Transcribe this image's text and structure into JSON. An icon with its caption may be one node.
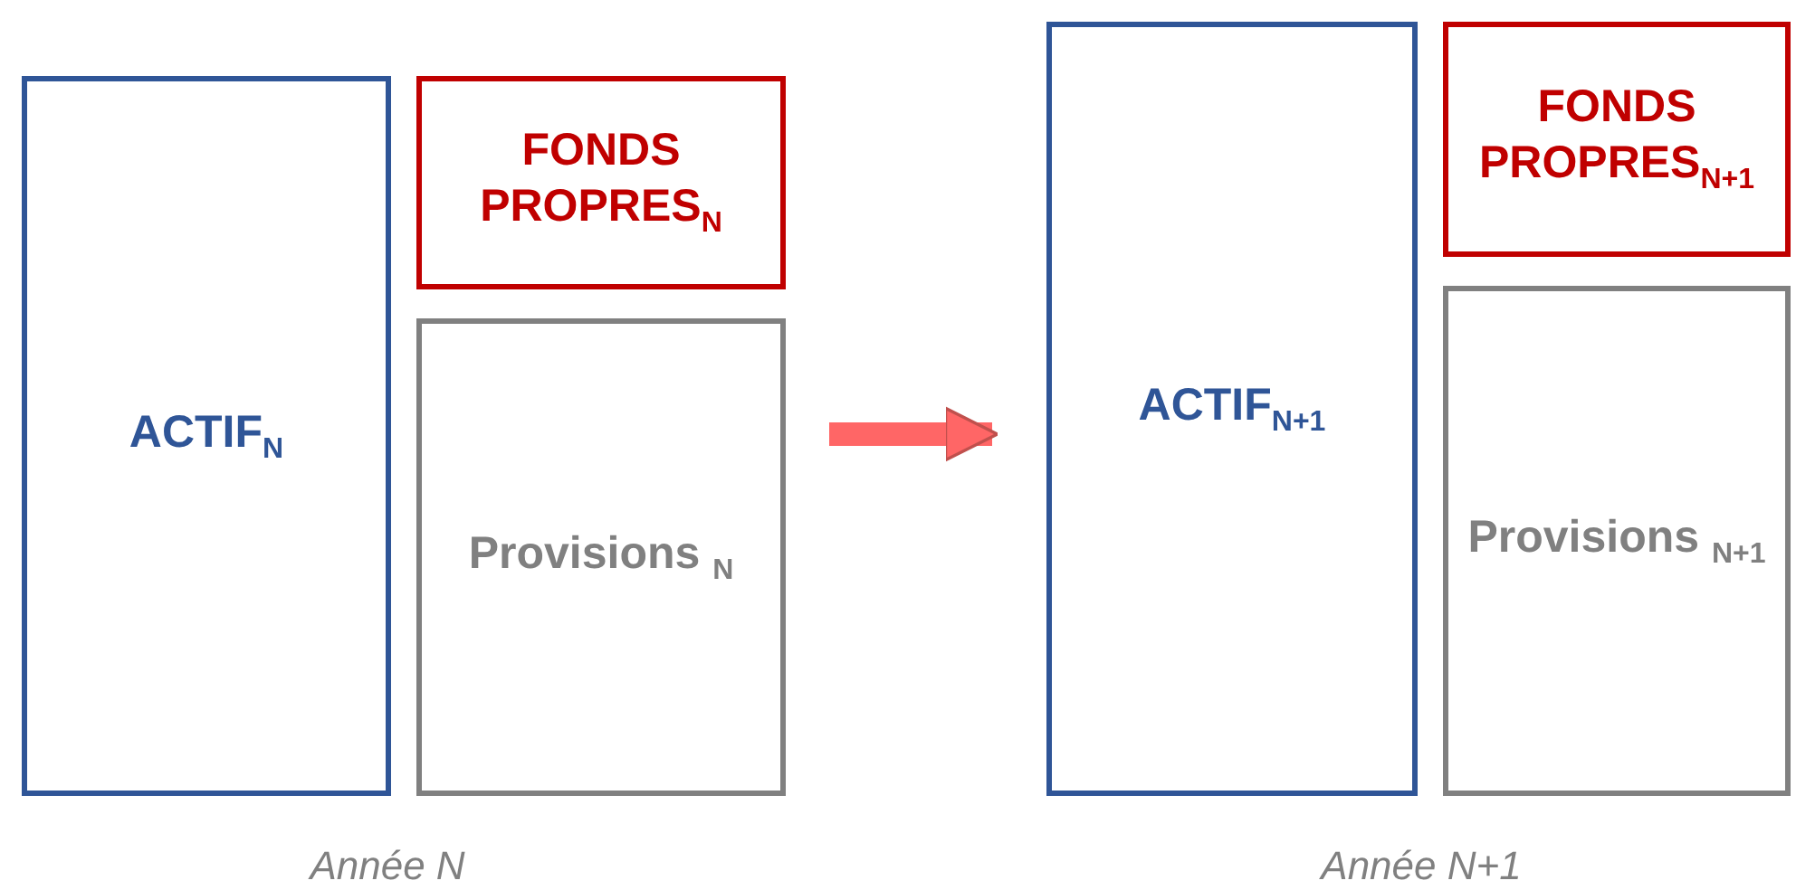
{
  "diagram": {
    "nodes": [
      {
        "text": [
          "ACTIF$_{N}$"
        ]
      },
      {
        "text": [
          "FONDS PROPRES$_{N}$"
        ]
      },
      {
        "text": [
          "Provisions $_{N}$"
        ]
      },
      {
        "text": [
          "ACTIF$_{N+1}$"
        ]
      },
      {
        "text": [
          "FONDS PROPRES$_{N+1}$"
        ]
      },
      {
        "text": [
          "Provisions $_{N+1}$"
        ]
      }
    ],
    "edges": [
      {
        "from": 2,
        "to": 3,
        "arrow": "to"
      }
    ],
    "labels": [
      "Année N",
      "Année N+1"
    ]
  }
}
